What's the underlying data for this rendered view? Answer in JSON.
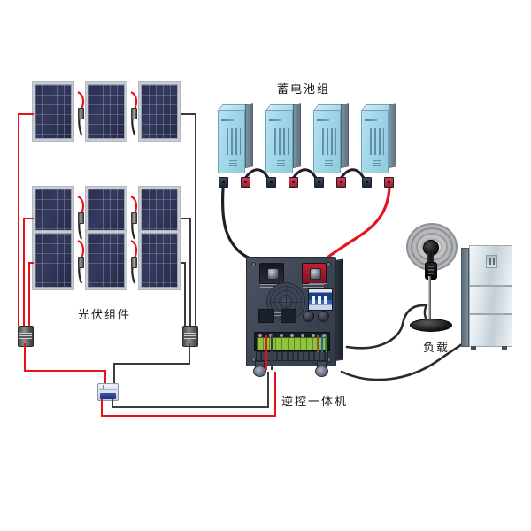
{
  "diagram": {
    "title": "Off-grid solar power system wiring diagram",
    "background": "#ffffff"
  },
  "labels": {
    "pv_array": "光伏组件",
    "battery_bank": "蓄电池组",
    "inverter": "逆控一体机",
    "load": "负载"
  },
  "colors": {
    "positive_wire": "#e8121d",
    "negative_wire": "#3c3c3c",
    "battery_jumper": "#1f1f1f",
    "panel_face": "#2b2f50",
    "battery_body": "#a5d8e9",
    "inverter_body": "#3e4554",
    "terminal_positive": "#c42033",
    "terminal_negative": "#15171d"
  },
  "pv_array": {
    "rows": 3,
    "columns": 3,
    "count": 9,
    "panels": [
      {
        "row": 1,
        "col": 1
      },
      {
        "row": 1,
        "col": 2
      },
      {
        "row": 1,
        "col": 3
      },
      {
        "row": 2,
        "col": 1
      },
      {
        "row": 2,
        "col": 2
      },
      {
        "row": 2,
        "col": 3
      },
      {
        "row": 3,
        "col": 1
      },
      {
        "row": 3,
        "col": 2
      },
      {
        "row": 3,
        "col": 3
      }
    ]
  },
  "battery_bank": {
    "count": 4,
    "units": [
      {
        "index": 1
      },
      {
        "index": 2
      },
      {
        "index": 3
      },
      {
        "index": 4
      }
    ],
    "jumpers": 3
  },
  "breaker": {
    "poles": 2,
    "type": "dc-circuit-breaker"
  },
  "inverter": {
    "dc_input_negative": "black-terminal",
    "dc_input_positive": "red-terminal",
    "display": "lcd-meter",
    "cooling": "fan-grille",
    "terminal_strip": "green-terminal-block",
    "casters": 2
  },
  "load": {
    "devices": [
      {
        "name": "pedestal-fan"
      },
      {
        "name": "refrigerator"
      }
    ]
  }
}
